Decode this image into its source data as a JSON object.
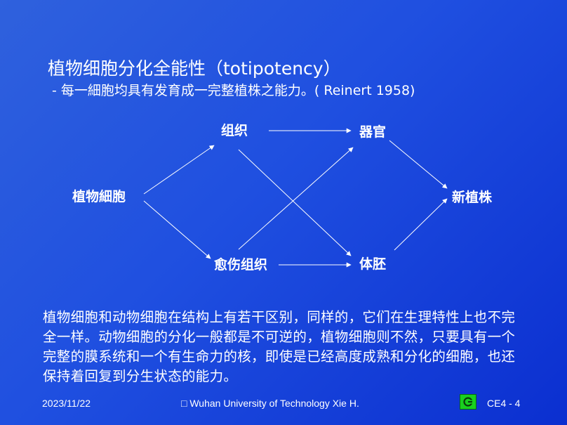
{
  "slide": {
    "title": "植物细胞分化全能性（totipotency）",
    "subtitle": "- 每一細胞均具有发育成一完整植株之能力。( Reinert  1958)"
  },
  "diagram": {
    "nodes": {
      "plant_cell": "植物細胞",
      "tissue": "组织",
      "callus": "愈伤组织",
      "organ": "器官",
      "embryoid": "体胚",
      "new_plant": "新植株"
    }
  },
  "paragraph": "植物细胞和动物细胞在结构上有若干区别，同样的，它们在生理特性上也不完全一样。动物细胞的分化一般都是不可逆的，植物细胞则不然，只要具有一个完整的膜系统和一个有生命力的核，即使是已经高度成熟和分化的细胞，也还保持着回复到分生状态的能力。",
  "footer": {
    "date": "2023/11/22",
    "credit": "□ Wuhan University of Technology  Xie H.",
    "page": "CE4 - 4",
    "logo_icon": "green-return-icon",
    "logo_color": "#19d01f"
  }
}
